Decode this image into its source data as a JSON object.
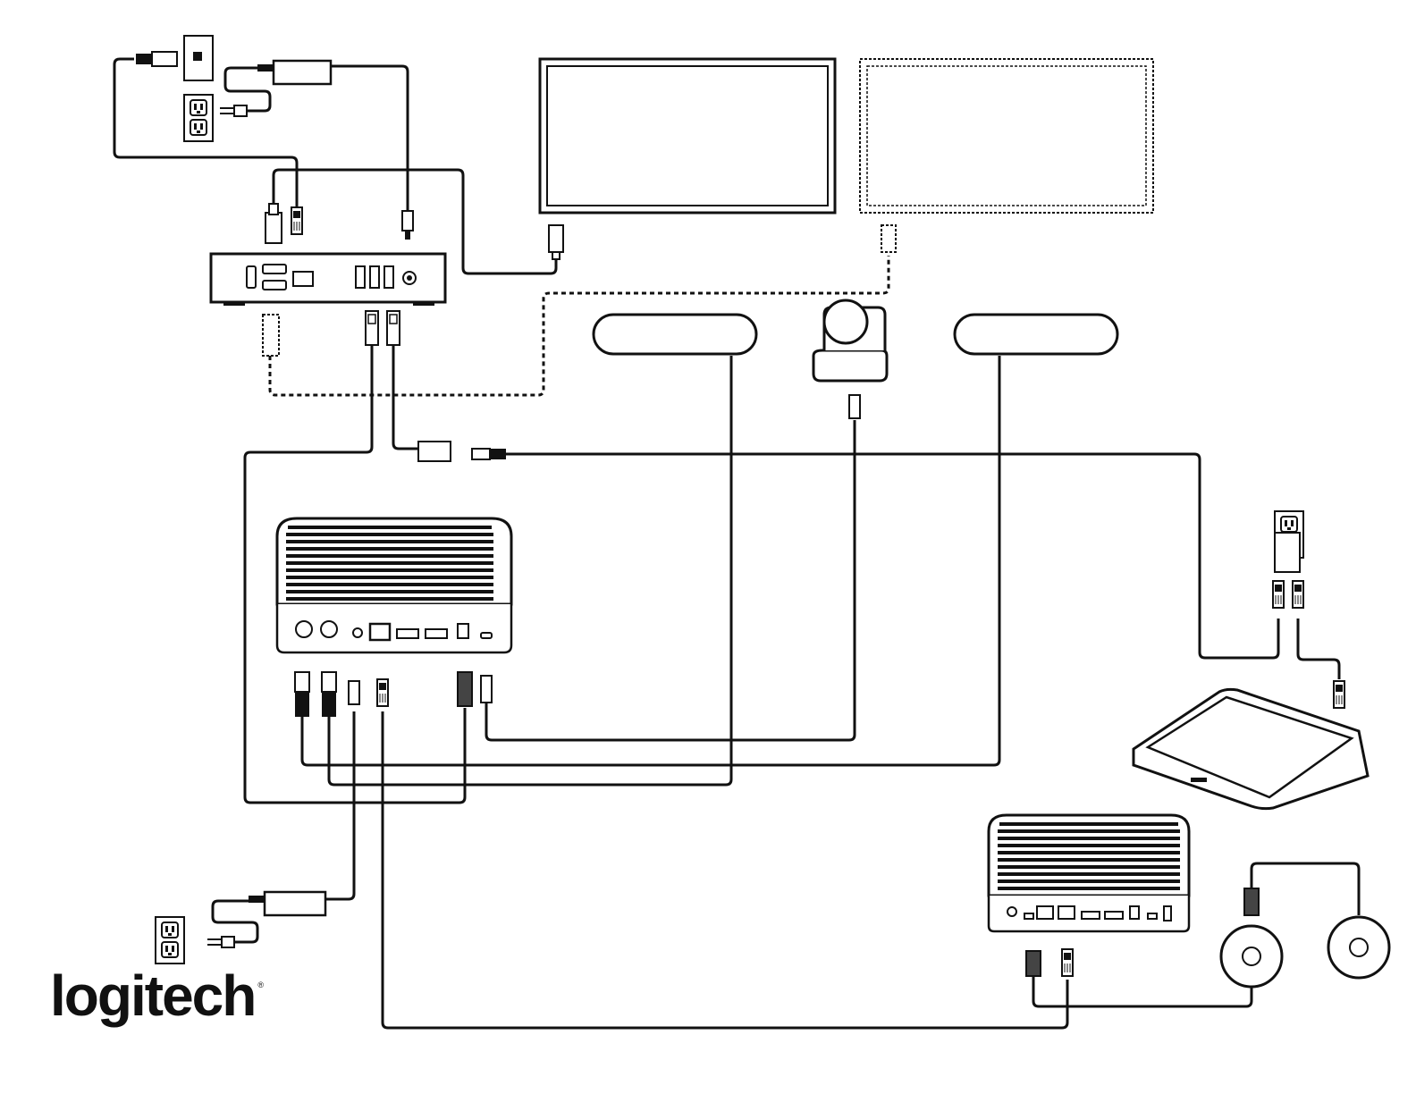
{
  "brand": {
    "logo_text": "logitech",
    "trademark": "®"
  },
  "colors": {
    "line": "#111111",
    "device_fill": "#ffffff",
    "accent_dark": "#222222"
  },
  "icons": [
    "ethernet-wall-jack-icon",
    "power-outlet-icon",
    "power-adapter-icon",
    "hdmi-plug-icon",
    "rj45-plug-icon",
    "usb-plug-icon",
    "dc-plug-icon",
    "ptz-camera-icon",
    "speakerphone-pod-icon",
    "touch-controller-icon"
  ],
  "devices": [
    "pc-box",
    "display-1",
    "display-2-optional",
    "mic-pod-left",
    "ptz-camera",
    "mic-pod-right",
    "room-hub",
    "secondary-hub",
    "touch-controller",
    "mic-expansion-left",
    "mic-expansion-right"
  ]
}
